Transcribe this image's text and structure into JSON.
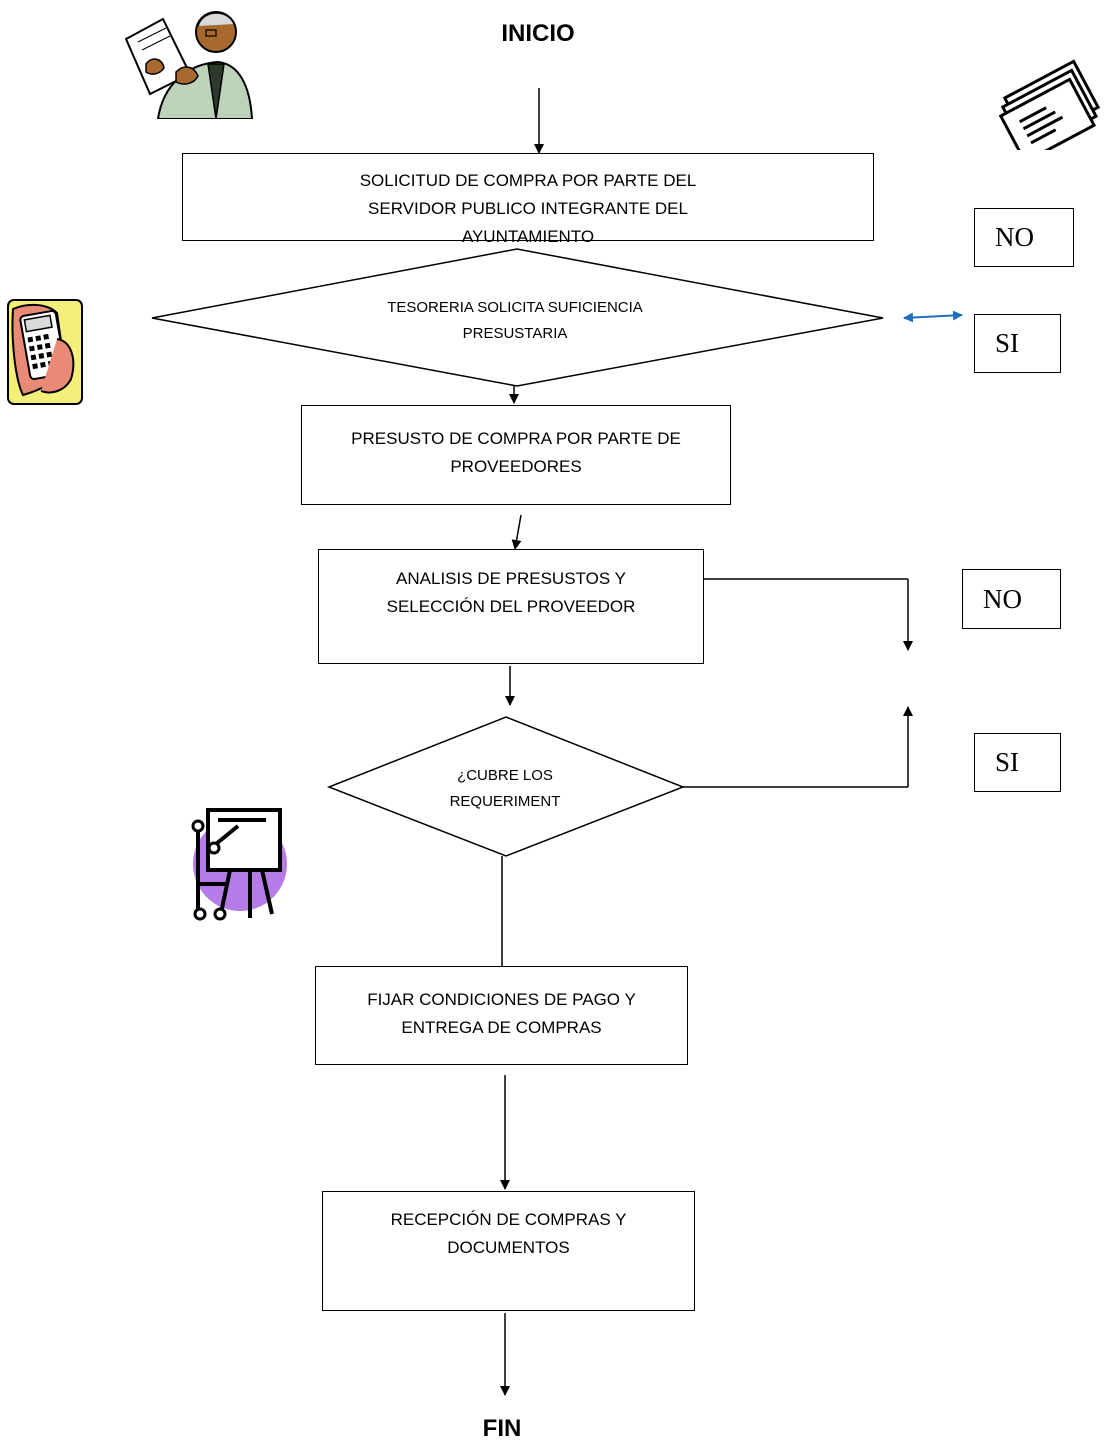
{
  "flowchart": {
    "start": "INICIO",
    "end": "FIN",
    "steps": {
      "solicitud": "SOLICITUD DE COMPRA POR PARTE DEL SERVIDOR PUBLICO INTEGRANTE DEL AYUNTAMIENTO",
      "presupuesto": "PRESUSTO DE COMPRA POR PARTE DE PROVEEDORES",
      "analisis": "ANALISIS DE PRESUSTOS Y SELECCIÓN DEL PROVEEDOR",
      "fijar": "FIJAR CONDICIONES DE PAGO Y ENTREGA DE COMPRAS",
      "recepcion": "RECEPCIÓN DE COMPRAS Y DOCUMENTOS"
    },
    "decisions": {
      "tesoreria": "TESORERIA SOLICITA SUFICIENCIA PRESUSTARIA",
      "cubre": "¿CUBRE LOS REQUERIMENT"
    },
    "options": {
      "no_1": "NO",
      "si_1": "SI",
      "no_2": "NO",
      "si_2": "SI"
    }
  },
  "icons": [
    "businessman-icon",
    "documents-icon",
    "calculator-icon",
    "presentation-easel-icon"
  ],
  "colors": {
    "line": "#000000",
    "accent_arrow": "#1f6fc0",
    "easel_circle": "#b57be6",
    "calc_bg": "#f4ef7a"
  }
}
